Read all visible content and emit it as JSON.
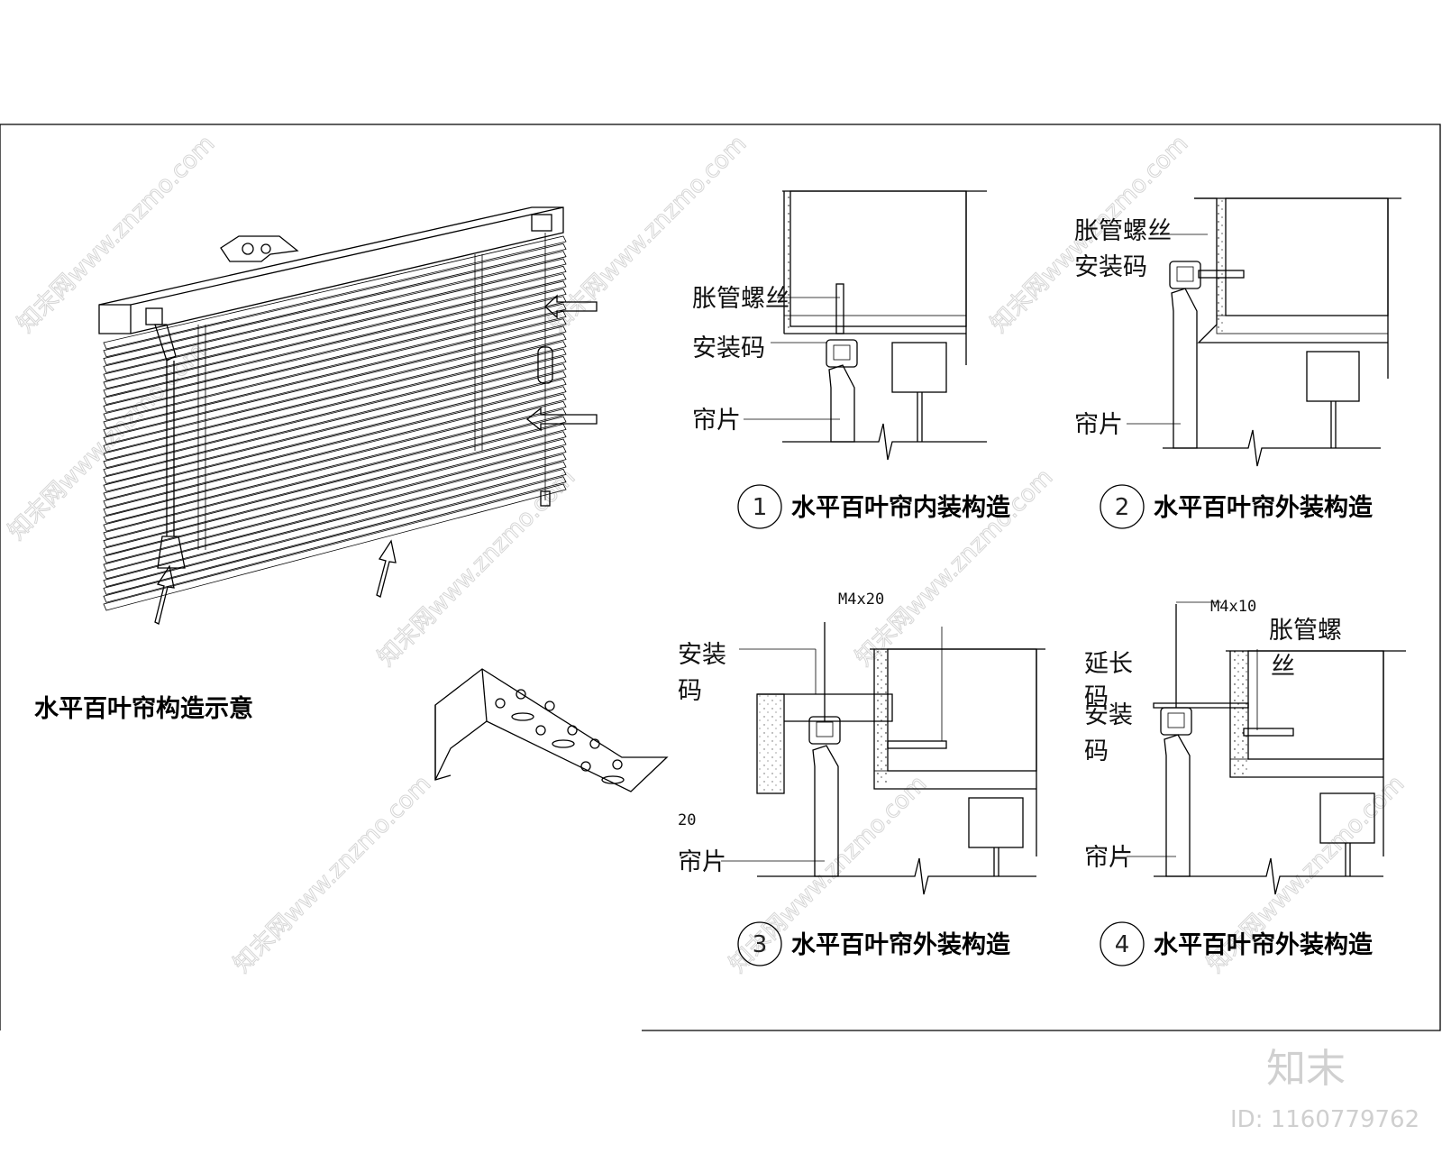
{
  "main_title": "水平百叶帘构造示意",
  "details": [
    {
      "number": "1",
      "caption": "水平百叶帘内装构造",
      "labels": [
        "胀管螺丝",
        "安装码",
        "帘片"
      ]
    },
    {
      "number": "2",
      "caption": "水平百叶帘外装构造",
      "labels": [
        "胀管螺丝",
        "安装码",
        "帘片"
      ]
    },
    {
      "number": "3",
      "caption": "水平百叶帘外装构造",
      "labels": [
        "M4x20",
        "安装",
        "码",
        "20",
        "帘片"
      ]
    },
    {
      "number": "4",
      "caption": "水平百叶帘外装构造",
      "labels": [
        "M4x10",
        "胀管螺",
        "丝",
        "延长",
        "码",
        "安装",
        "码",
        "帘片"
      ]
    }
  ],
  "watermark": {
    "text": "知末网www.znzmo.com",
    "logo": "知末",
    "id": "ID: 1160779762"
  },
  "colors": {
    "line": "#000000",
    "background": "#ffffff",
    "watermark": "#d0d0d0"
  }
}
